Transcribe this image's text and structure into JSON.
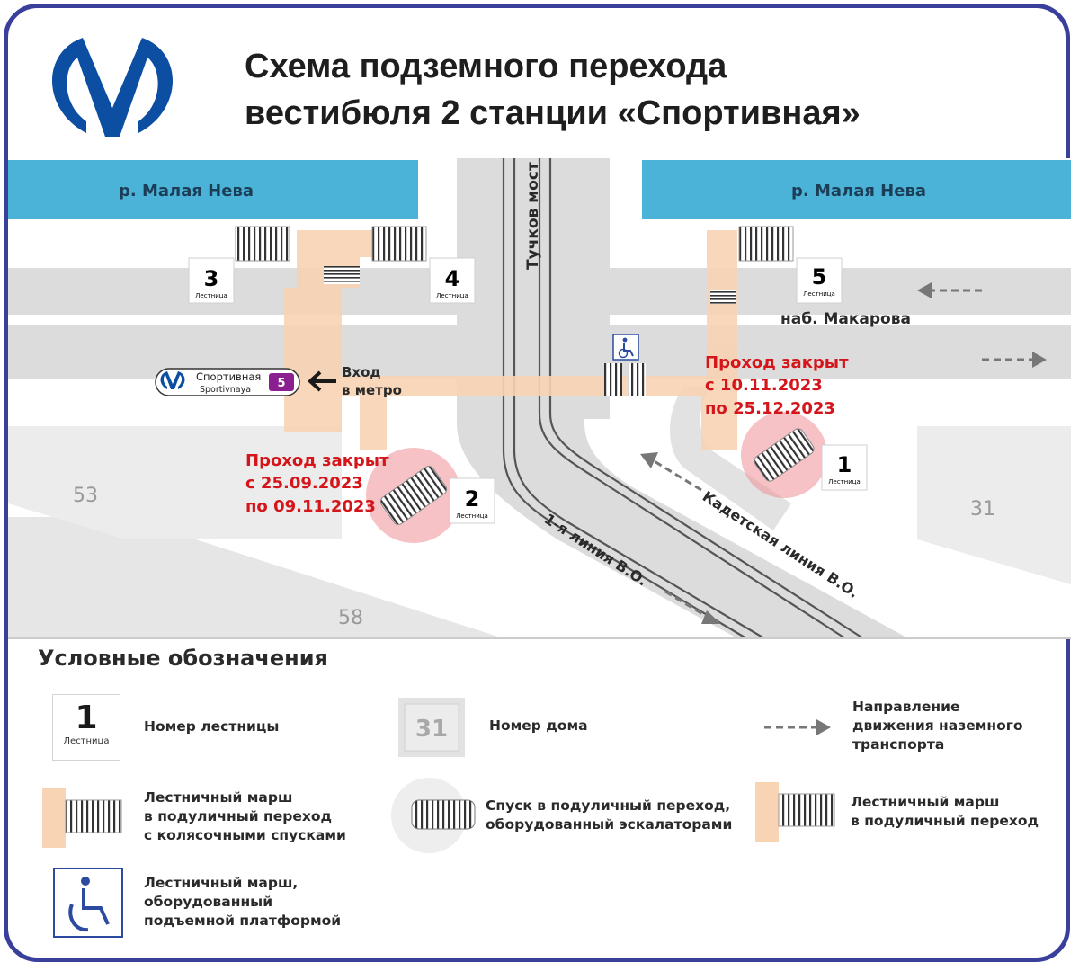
{
  "header": {
    "title_line1": "Схема подземного перехода",
    "title_line2": "вестибюля 2 станции «Спортивная»"
  },
  "map": {
    "river_left": "р. Малая Нева",
    "river_right": "р. Малая Нева",
    "bridge": "Тучков мост",
    "embankment": "наб. Макарова",
    "line1": "1-я линия В.О.",
    "cadet_line": "Кадетская линия В.О.",
    "entrance_line1": "Вход",
    "entrance_line2": "в метро",
    "station_name_ru": "Спортивная",
    "station_name_en": "Sportivnaya",
    "metro_line_badge": "5",
    "stairs_caption": "Лестница",
    "stairs": [
      "1",
      "2",
      "3",
      "4",
      "5"
    ],
    "houses": [
      "53",
      "58",
      "31"
    ],
    "closure_2": {
      "line1": "Проход закрыт",
      "line2": "с 25.09.2023",
      "line3": "по 09.11.2023"
    },
    "closure_1": {
      "line1": "Проход закрыт",
      "line2": "с 10.11.2023",
      "line3": "по 25.12.2023"
    }
  },
  "legend": {
    "title": "Условные обозначения",
    "stair_number_example": "1",
    "stair_number_caption": "Лестница",
    "stair_number_label": "Номер лестницы",
    "house_number_example": "31",
    "house_number_label": "Номер дома",
    "traffic_direction_label": "Направление\nдвижения наземного\nтранспорта",
    "ramp_stairs_label": "Лестничный марш\nв подуличный переход\nс колясочными спусками",
    "escalator_label": "Спуск в подуличный переход,\nоборудованный эскалаторами",
    "stairs_label": "Лестничный марш\nв подуличный переход",
    "lift_label": "Лестничный марш,\nоборудованный\nподъемной платформой"
  },
  "colors": {
    "frame": "#3a3f9c",
    "metro_logo": "#0b4ea2",
    "river": "#4bb3d8",
    "road": "#dcdcdc",
    "passage": "#f8d3b4",
    "closed_text": "#d4161b",
    "closed_circle": "#ef8f97",
    "line5": "#8a1f8f"
  }
}
